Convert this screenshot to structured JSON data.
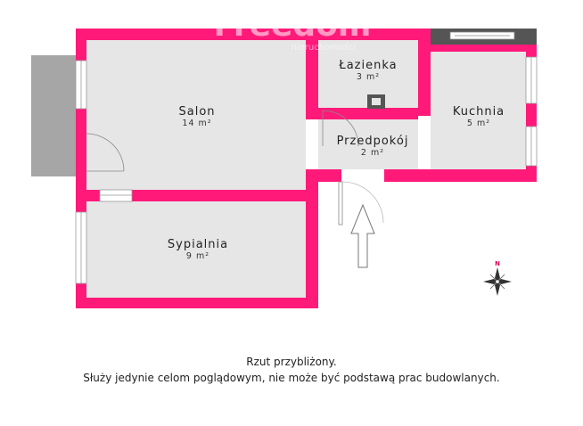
{
  "watermark": {
    "brand": "Freedom",
    "subtitle": "nieruchomości"
  },
  "rooms": {
    "salon": {
      "name": "Salon",
      "area": "14 m²"
    },
    "lazienka": {
      "name": "Łazienka",
      "area": "3 m²"
    },
    "kuchnia": {
      "name": "Kuchnia",
      "area": "5 m²"
    },
    "przedpokoj": {
      "name": "Przedpokój",
      "area": "2 m²"
    },
    "sypialnia": {
      "name": "Sypialnia",
      "area": "9 m²"
    }
  },
  "compass": {
    "north_label": "N"
  },
  "caption": {
    "line1": "Rzut przybliżony.",
    "line2": "Służy jedynie celom poglądowym, nie może być podstawą prac budowlanych."
  },
  "colors": {
    "wall": "#ff1a7a",
    "floor": "#e6e6e6",
    "balcony": "#a6a6a6",
    "dark_wall": "#555555"
  }
}
